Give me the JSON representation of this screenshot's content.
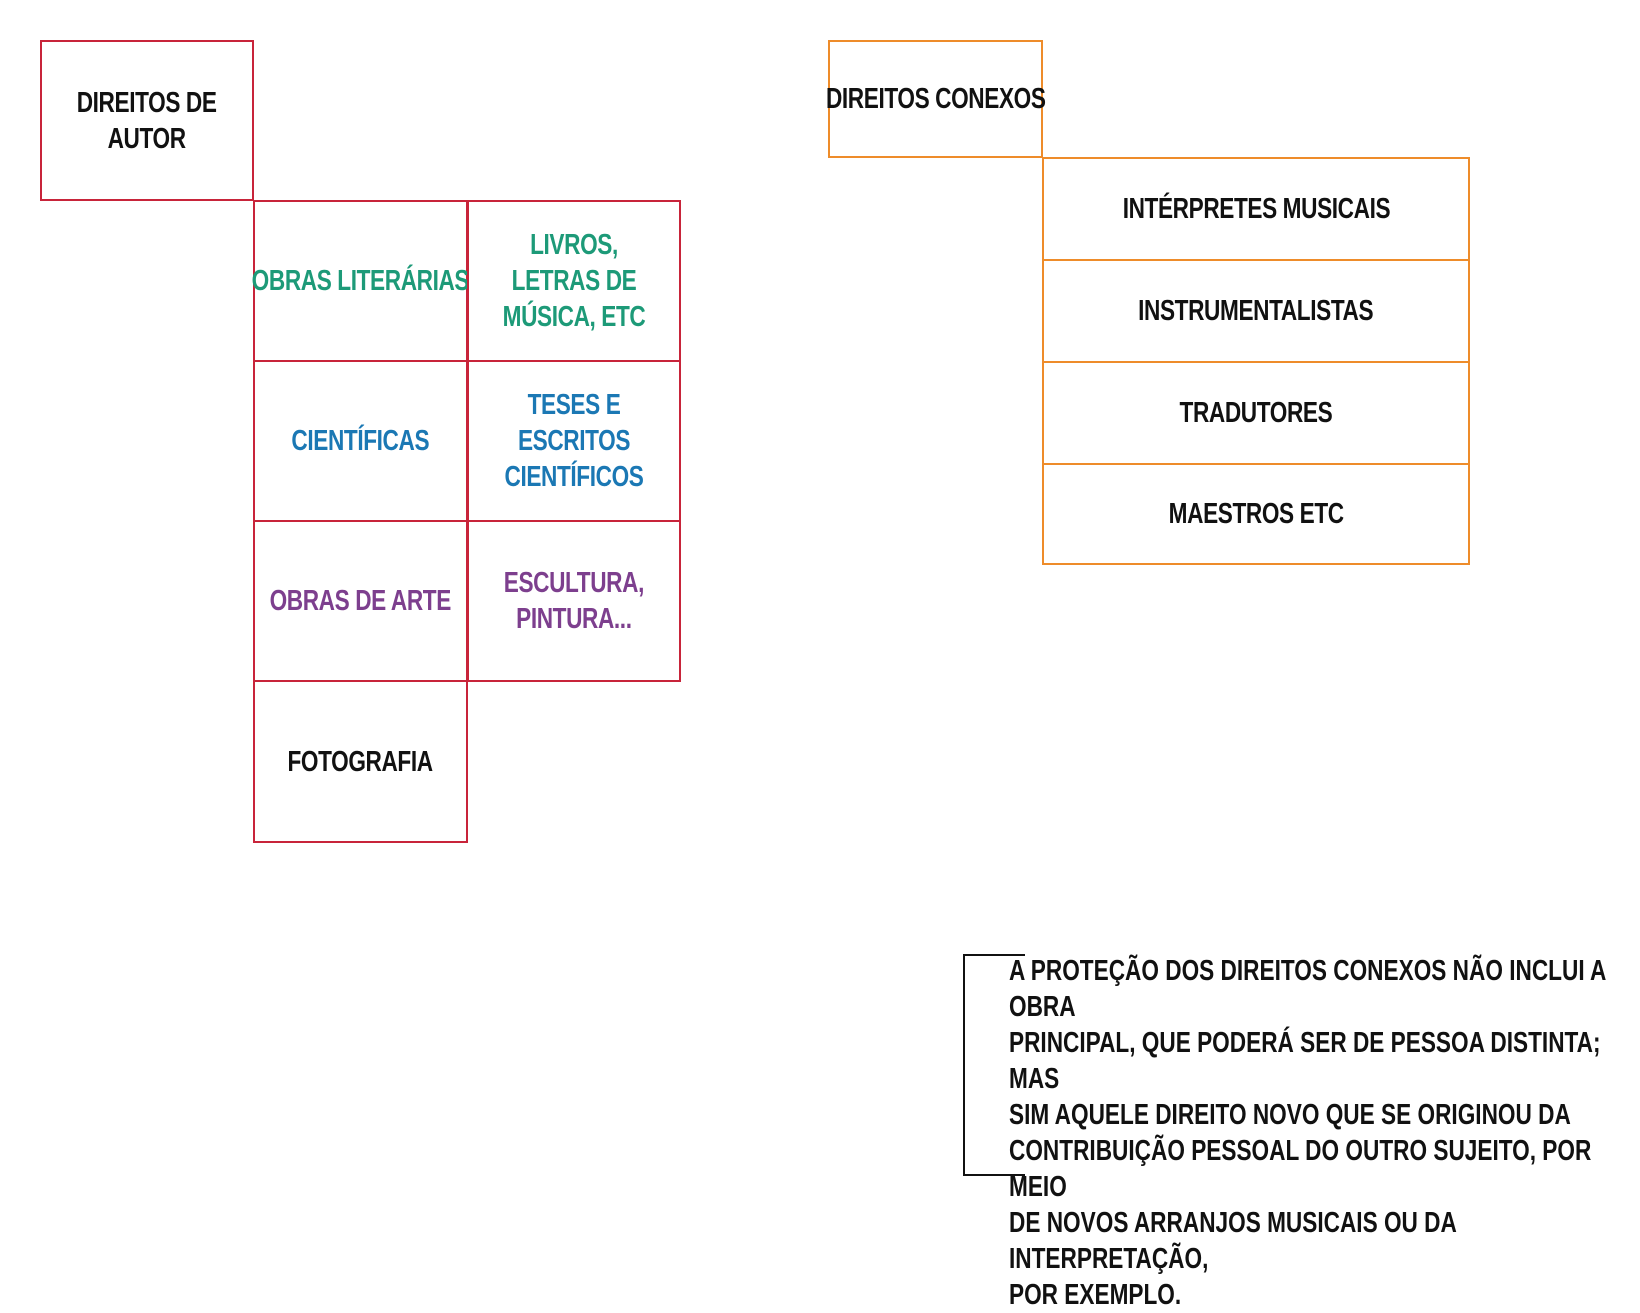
{
  "left_tree": {
    "root": "DIREITOS DE\nAUTOR",
    "rows": [
      {
        "category": "OBRAS LITERÁRIAS",
        "example": "LIVROS, LETRAS DE\nMÚSICA, ETC",
        "color": "#1d9a78"
      },
      {
        "category": "CIENTÍFICAS",
        "example": "TESES E ESCRITOS\nCIENTÍFICOS",
        "color": "#1b78b4"
      },
      {
        "category": "OBRAS DE ARTE",
        "example": "ESCULTURA,\nPINTURA...",
        "color": "#7d3f8e"
      },
      {
        "category": "FOTOGRAFIA",
        "color": "#111111"
      }
    ],
    "border_color": "#c8243a"
  },
  "right_tree": {
    "root": "DIREITOS CONEXOS",
    "items": [
      "INTÉRPRETES MUSICAIS",
      "INSTRUMENTALISTAS",
      "TRADUTORES",
      "MAESTROS ETC"
    ],
    "border_color": "#ee8c2a"
  },
  "note": {
    "text": "A PROTEÇÃO DOS DIREITOS CONEXOS NÃO INCLUI A OBRA\nPRINCIPAL, QUE PODERÁ SER DE PESSOA DISTINTA; MAS\nSIM AQUELE DIREITO NOVO QUE SE ORIGINOU DA\nCONTRIBUIÇÃO PESSOAL DO OUTRO SUJEITO, POR MEIO\nDE NOVOS ARRANJOS MUSICAIS OU DA INTERPRETAÇÃO,\nPOR EXEMPLO."
  }
}
